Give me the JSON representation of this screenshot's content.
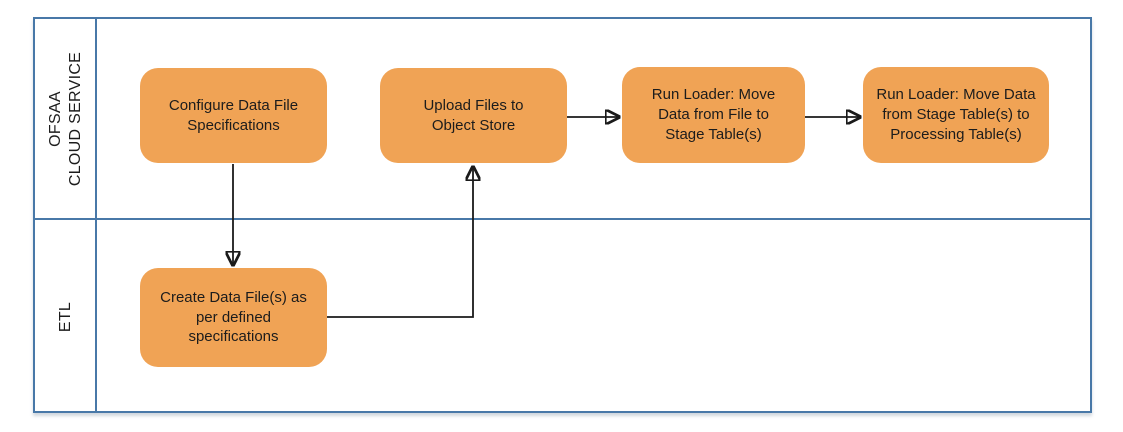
{
  "diagram": {
    "type": "swimlane-flowchart",
    "colors": {
      "node_fill": "#F0A355",
      "lane_border": "#4878A8",
      "connector": "#1A1A1A",
      "text": "#1C1C1C"
    },
    "lanes": [
      {
        "id": "ofsaa-cloud-service",
        "label": "OFSAA CLOUD SERVICE",
        "label_lines": [
          "OFSAA",
          "CLOUD SERVICE"
        ]
      },
      {
        "id": "etl",
        "label": "ETL",
        "label_lines": [
          "ETL"
        ]
      }
    ],
    "nodes": [
      {
        "id": "configure",
        "lane": "ofsaa-cloud-service",
        "label": "Configure Data File Specifications"
      },
      {
        "id": "upload",
        "lane": "ofsaa-cloud-service",
        "label": "Upload Files to Object Store"
      },
      {
        "id": "run-loader-stage",
        "lane": "ofsaa-cloud-service",
        "label": "Run Loader: Move Data from File to Stage Table(s)"
      },
      {
        "id": "run-loader-processing",
        "lane": "ofsaa-cloud-service",
        "label": "Run Loader: Move Data from Stage Table(s) to Processing Table(s)"
      },
      {
        "id": "create-files",
        "lane": "etl",
        "label": "Create Data File(s) as per defined specifications"
      }
    ],
    "edges": [
      {
        "from": "configure",
        "to": "create-files"
      },
      {
        "from": "create-files",
        "to": "upload"
      },
      {
        "from": "upload",
        "to": "run-loader-stage"
      },
      {
        "from": "run-loader-stage",
        "to": "run-loader-processing"
      }
    ]
  }
}
